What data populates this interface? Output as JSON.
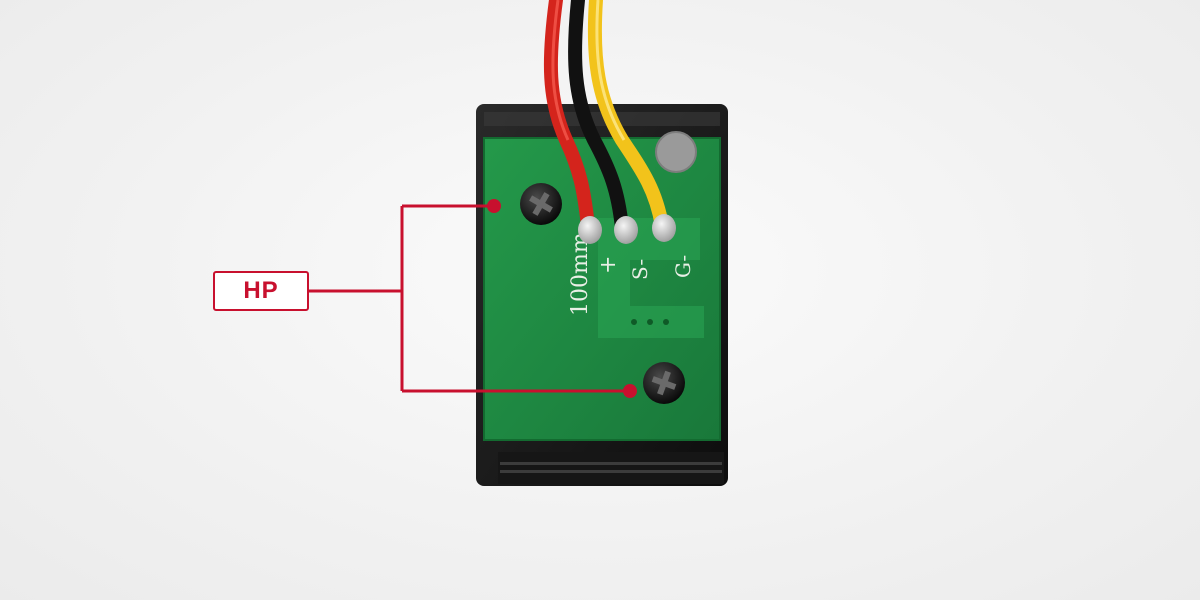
{
  "callout": {
    "label": "HP",
    "color": "#c8102e"
  },
  "board": {
    "silkscreen_length": "100mm",
    "pin_plus": "+",
    "pin_s": "S-",
    "pin_g": "G-",
    "pcb_color": "#1f8a3c",
    "housing_color": "#1b1b1b"
  },
  "wires": {
    "colors": [
      "#d4241c",
      "#111111",
      "#f2c31b"
    ]
  }
}
